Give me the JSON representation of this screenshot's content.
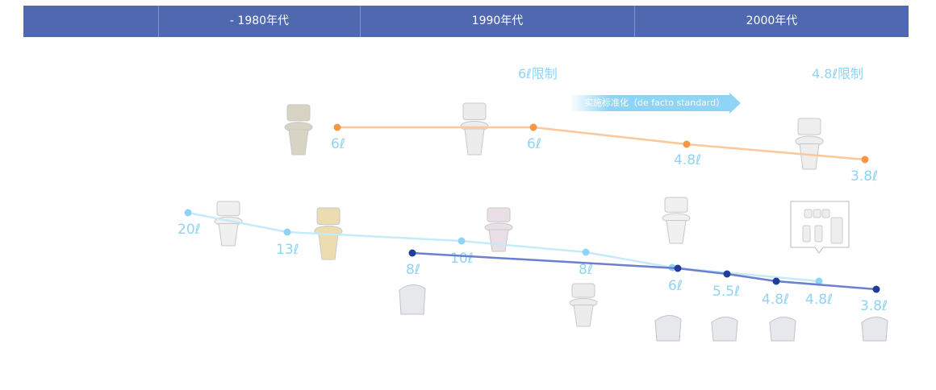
{
  "header": {
    "columns": [
      "",
      "- 1980年代",
      "1990年代",
      "2000年代"
    ]
  },
  "limits": {
    "limit_6": "6ℓ限制",
    "limit_48": "4.8ℓ限制"
  },
  "arrow_label": "实施标准化（de facto standard）",
  "colors": {
    "header": "#4f68b0",
    "orange": "#f79646",
    "light_blue": "#8fd4f5",
    "dark_blue": "#1f3d99"
  },
  "series": {
    "orange": {
      "labels": [
        "6ℓ",
        "6ℓ",
        "4.8ℓ",
        "3.8ℓ"
      ],
      "values": [
        6,
        6,
        4.8,
        3.8
      ]
    },
    "light_blue": {
      "labels": [
        "20ℓ",
        "13ℓ",
        "10ℓ",
        "8ℓ",
        "6ℓ",
        "4.8ℓ"
      ],
      "values": [
        20,
        13,
        10,
        8,
        6,
        4.8
      ]
    },
    "dark_blue": {
      "labels": [
        "8ℓ",
        "",
        "5.5ℓ",
        "4.8ℓ",
        "3.8ℓ"
      ],
      "values": [
        8,
        6,
        5.5,
        4.8,
        3.8
      ]
    }
  }
}
